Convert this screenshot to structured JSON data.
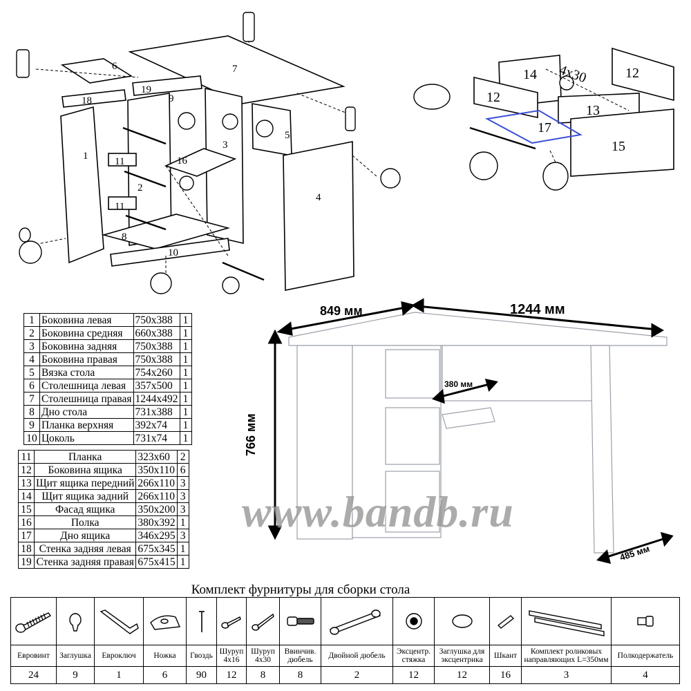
{
  "diagram_labels": {
    "main": [
      "1",
      "2",
      "3",
      "4",
      "5",
      "6",
      "7",
      "8",
      "9",
      "10",
      "11",
      "11",
      "16",
      "18",
      "19"
    ],
    "drawer": [
      "12",
      "12",
      "13",
      "14",
      "15",
      "17",
      "4x30"
    ]
  },
  "parts": [
    {
      "n": "1",
      "name": "Боковина левая",
      "size": "750x388",
      "qty": "1"
    },
    {
      "n": "2",
      "name": "Боковина средняя",
      "size": "660x388",
      "qty": "1"
    },
    {
      "n": "3",
      "name": "Боковина задняя",
      "size": "750x388",
      "qty": "1"
    },
    {
      "n": "4",
      "name": "Боковина правая",
      "size": "750x388",
      "qty": "1"
    },
    {
      "n": "5",
      "name": "Вязка стола",
      "size": "754x260",
      "qty": "1"
    },
    {
      "n": "6",
      "name": "Столешница левая",
      "size": "357x500",
      "qty": "1"
    },
    {
      "n": "7",
      "name": "Столешница правая",
      "size": "1244x492",
      "qty": "1"
    },
    {
      "n": "8",
      "name": "Дно стола",
      "size": "731x388",
      "qty": "1"
    },
    {
      "n": "9",
      "name": "Планка верхняя",
      "size": "392x74",
      "qty": "1"
    },
    {
      "n": "10",
      "name": "Цоколь",
      "size": "731x74",
      "qty": "1"
    },
    {
      "n": "11",
      "name": "Планка",
      "size": "323x60",
      "qty": "2"
    },
    {
      "n": "12",
      "name": "Боковина ящика",
      "size": "350x110",
      "qty": "6"
    },
    {
      "n": "13",
      "name": "Щит ящика передний",
      "size": "266x110",
      "qty": "3"
    },
    {
      "n": "14",
      "name": "Щит ящика задний",
      "size": "266x110",
      "qty": "3"
    },
    {
      "n": "15",
      "name": "Фасад ящика",
      "size": "350x200",
      "qty": "3"
    },
    {
      "n": "16",
      "name": "Полка",
      "size": "380x392",
      "qty": "1"
    },
    {
      "n": "17",
      "name": "Дно ящика",
      "size": "346x295",
      "qty": "3"
    },
    {
      "n": "18",
      "name": "Стенка задняя левая",
      "size": "675x345",
      "qty": "1"
    },
    {
      "n": "19",
      "name": "Стенка задняя правая",
      "size": "675x415",
      "qty": "1"
    }
  ],
  "dimensions": {
    "width_left": "849 мм",
    "width_right": "1244 мм",
    "height": "766 мм",
    "shelf_depth": "380 мм",
    "depth": "485 мм"
  },
  "watermark": "www.bandb.ru",
  "hardware": {
    "title": "Комплект фурнитуры для сборки стола",
    "items": [
      {
        "icon": "screw-icon",
        "label": "Евровинт",
        "count": "24"
      },
      {
        "icon": "cap-icon",
        "label": "Заглушка",
        "count": "9"
      },
      {
        "icon": "allen-key-icon",
        "label": "Евроключ",
        "count": "1"
      },
      {
        "icon": "foot-icon",
        "label": "Ножка",
        "count": "6"
      },
      {
        "icon": "nail-icon",
        "label": "Гвоздь",
        "count": "90"
      },
      {
        "icon": "small-screw-icon",
        "label": "Шуруп 4х16",
        "count": "12"
      },
      {
        "icon": "long-screw-icon",
        "label": "Шуруп 4х30",
        "count": "8"
      },
      {
        "icon": "dowel-screw-icon",
        "label": "Ввинчив. дюбель",
        "count": "8"
      },
      {
        "icon": "double-dowel-icon",
        "label": "Двойной дюбель",
        "count": "2"
      },
      {
        "icon": "cam-lock-icon",
        "label": "Эксцентр. стяжка",
        "count": "12"
      },
      {
        "icon": "cam-cap-icon",
        "label": "Заглушка для эксцентрика",
        "count": "12"
      },
      {
        "icon": "dowel-icon",
        "label": "Шкант",
        "count": "16"
      },
      {
        "icon": "drawer-slide-icon",
        "label": "Комплект роликовых направляющих L=350мм",
        "count": "3"
      },
      {
        "icon": "shelf-support-icon",
        "label": "Полкодержатель",
        "count": "4"
      }
    ]
  }
}
